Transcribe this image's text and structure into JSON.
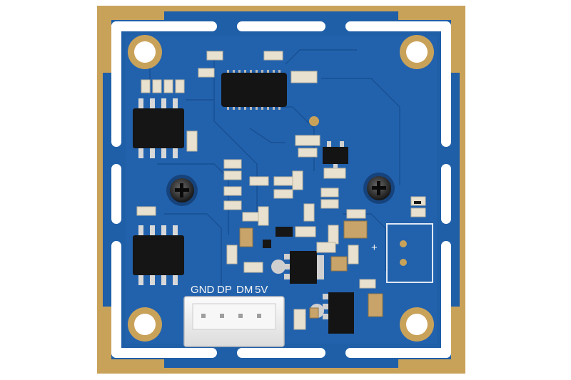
{
  "image": {
    "subject": "usb-camera-module-pcb",
    "background_color": "#ffffff",
    "board_color": "#1f5fa8",
    "pad_color": "#c9a25a",
    "connector_color": "#f2f2f2"
  },
  "silkscreen": {
    "pin_gnd": "GND",
    "pin_dp": "DP",
    "pin_dm": "DM",
    "pin_5v": "5V",
    "plus_sign": "+"
  },
  "icons": {
    "mounting_hole": "mounting-hole-icon",
    "screw": "phillips-screw-icon"
  }
}
